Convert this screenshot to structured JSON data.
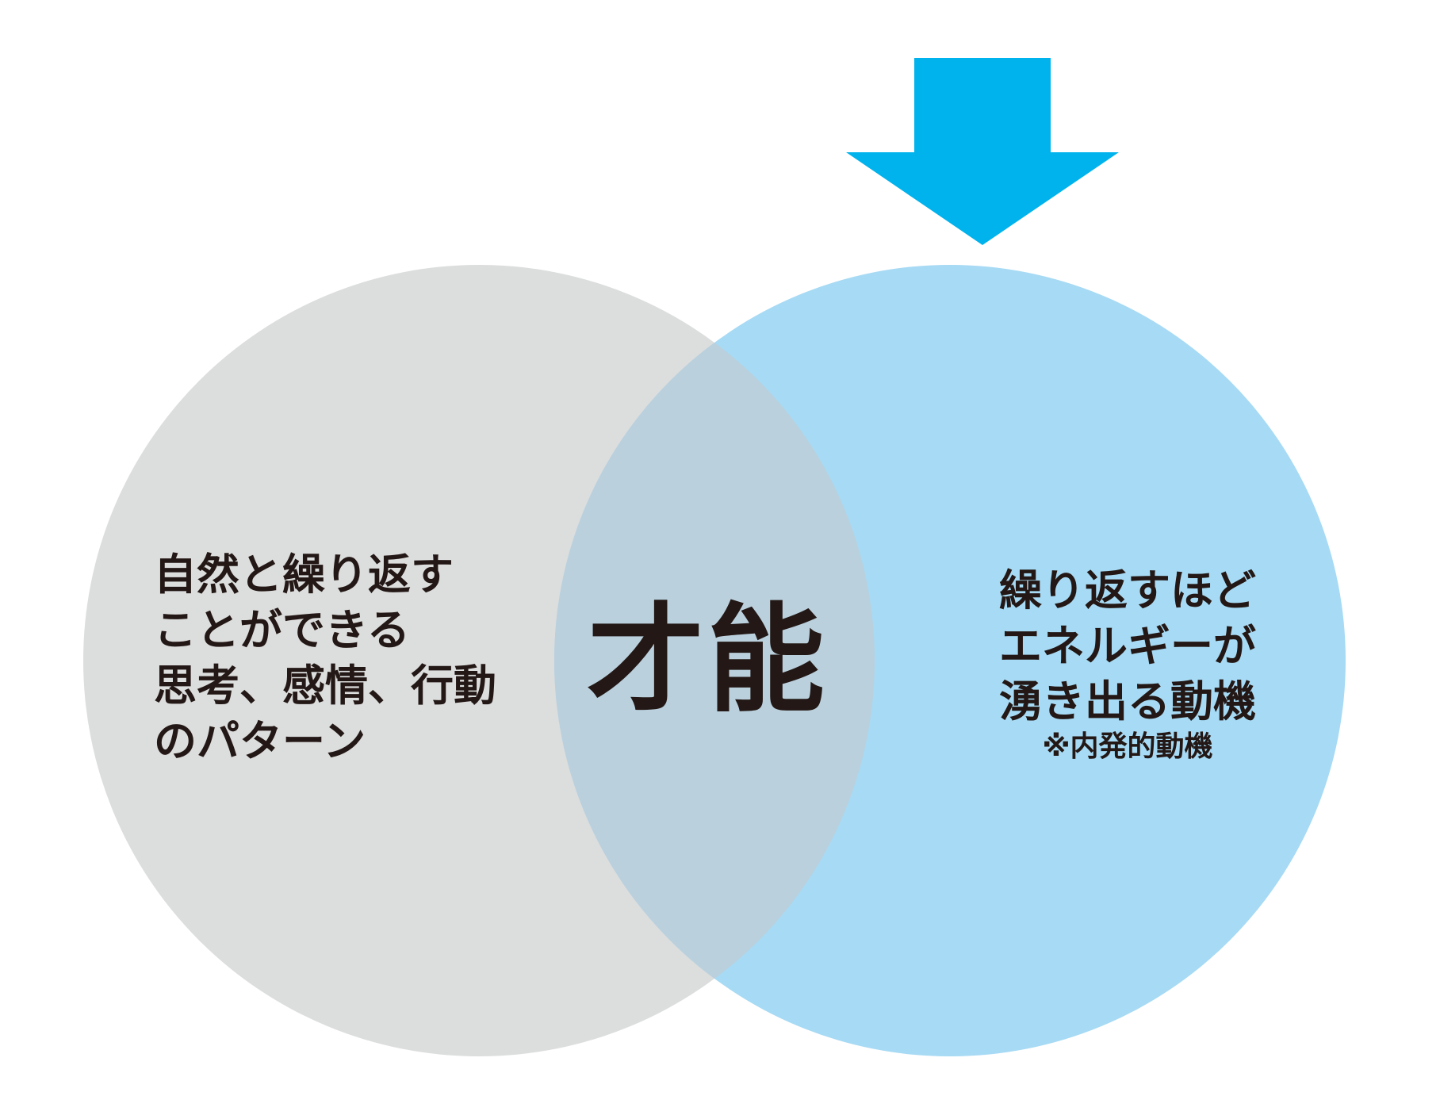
{
  "colors": {
    "left_circle": "#dcdddd",
    "right_circle": "#a7daf4",
    "overlap": "#bad0dd",
    "arrow": "#00b3ec",
    "text": "#231815"
  },
  "left_circle": {
    "lines": [
      "自然と繰り返す",
      "ことができる",
      "思考、感情、行動",
      "のパターン"
    ]
  },
  "right_circle": {
    "lines": [
      "繰り返すほど",
      "エネルギーが",
      "湧き出る動機"
    ],
    "note": "※内発的動機"
  },
  "overlap": {
    "label": "才能"
  },
  "arrow": {
    "icon": "down-arrow-icon",
    "direction": "down"
  }
}
